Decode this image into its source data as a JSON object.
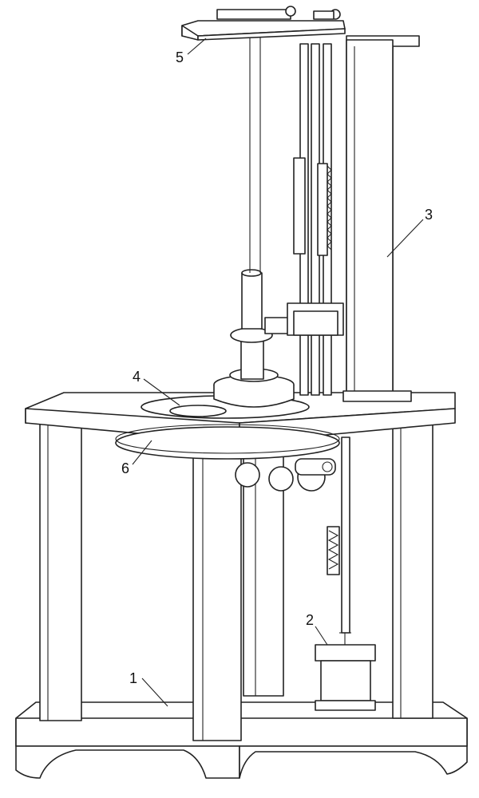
{
  "callouts": [
    {
      "id": "1",
      "text": "1"
    },
    {
      "id": "2",
      "text": "2"
    },
    {
      "id": "3",
      "text": "3"
    },
    {
      "id": "4",
      "text": "4"
    },
    {
      "id": "5",
      "text": "5"
    },
    {
      "id": "6",
      "text": "6"
    }
  ],
  "colors": {
    "line": "#222222",
    "fill": "#ffffff"
  }
}
